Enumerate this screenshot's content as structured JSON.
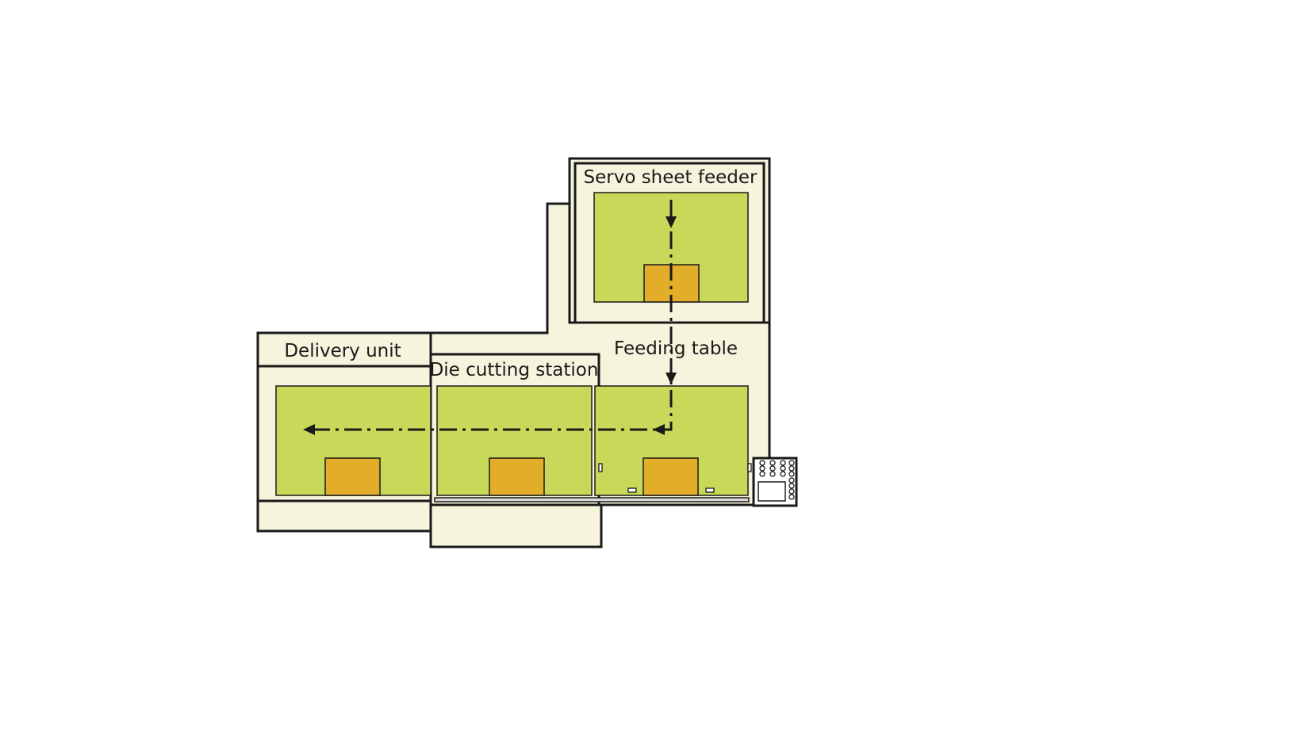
{
  "labels": {
    "servo_sheet_feeder": "Servo sheet feeder",
    "feeding_table": "Feeding table",
    "delivery_unit": "Delivery unit",
    "die_cutting_station": "Die cutting station"
  },
  "colors": {
    "housing": "#f6f4dc",
    "panel": "#c8d95a",
    "block": "#e2ae2a",
    "outline": "#1a1a1a"
  }
}
